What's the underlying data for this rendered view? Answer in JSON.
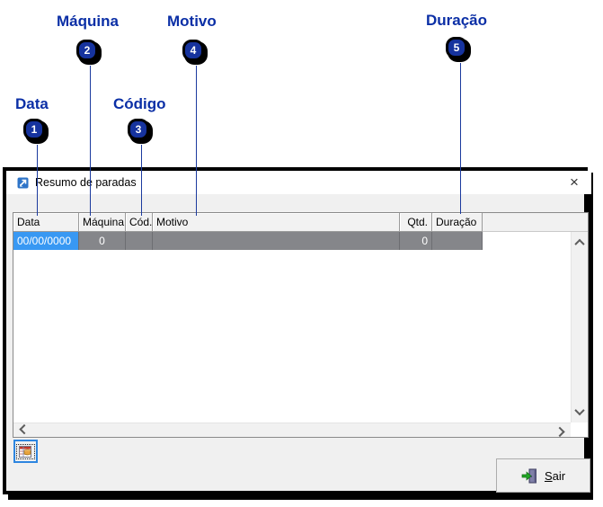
{
  "callouts": {
    "items": [
      {
        "label": "Data",
        "number": "1"
      },
      {
        "label": "Máquina",
        "number": "2"
      },
      {
        "label": "Código",
        "number": "3"
      },
      {
        "label": "Motivo",
        "number": "4"
      },
      {
        "label": "Duração",
        "number": "5"
      }
    ]
  },
  "window": {
    "title": "Resumo de paradas",
    "close_glyph": "×"
  },
  "grid": {
    "columns": [
      {
        "label": "Data"
      },
      {
        "label": "Máquina"
      },
      {
        "label": "Cód."
      },
      {
        "label": "Motivo"
      },
      {
        "label": "Qtd."
      },
      {
        "label": "Duração"
      }
    ],
    "rows": [
      {
        "data": "00/00/0000",
        "maquina": "0",
        "cod": "",
        "motivo": "",
        "qtd": "0",
        "duracao": ""
      }
    ]
  },
  "footer": {
    "sair_accel": "S",
    "sair_rest": "air"
  },
  "icons": {
    "app_icon": "blue-diagonal-arrow",
    "close": "close-x",
    "export_button": "grid-with-hand",
    "exit_button": "door-with-green-arrow",
    "scrollbars": "thin-chevrons"
  },
  "colors": {
    "callout_text": "#0B2FA6",
    "badge_fill": "#16339E",
    "selected_cell": "#3898F3",
    "row_gray": "#85868A",
    "focus_border": "#2E86E0",
    "exit_arrow_green": "#22A826"
  }
}
